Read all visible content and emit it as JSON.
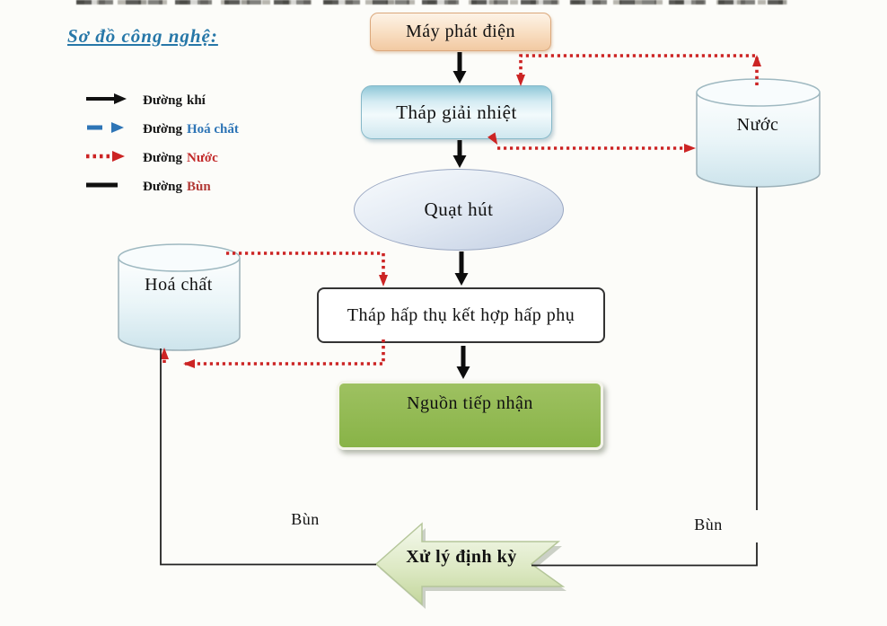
{
  "title": "Sơ đồ công nghệ:",
  "legend": {
    "items": [
      {
        "id": "gas",
        "prefix": "Đường",
        "term": "khí",
        "symbol": "solid-black-arrow",
        "term_color": "#151515",
        "line_color": "#111111"
      },
      {
        "id": "chemical",
        "prefix": "Đường",
        "term": "Hoá chất",
        "symbol": "dashed-blue-arrow",
        "term_color": "#2e75b6",
        "line_color": "#2e75b6"
      },
      {
        "id": "water",
        "prefix": "Đường",
        "term": "Nước",
        "symbol": "dotted-red-arrow",
        "term_color": "#c22a2a",
        "line_color": "#cc2424"
      },
      {
        "id": "sludge",
        "prefix": "Đường",
        "term": "Bùn",
        "symbol": "solid-black-line",
        "term_color": "#b23a36",
        "line_color": "#222222"
      }
    ]
  },
  "nodes": {
    "generator": {
      "label": "Máy phát điện"
    },
    "cooling_tower": {
      "label": "Tháp giải nhiệt"
    },
    "suction_fan": {
      "label": "Quạt hút"
    },
    "absorption_tower": {
      "label": "Tháp hấp thụ kết hợp hấp phụ"
    },
    "receiving_source": {
      "label": "Nguồn tiếp nhận"
    },
    "water_tank": {
      "label": "Nước"
    },
    "chemical_tank": {
      "label": "Hoá chất"
    },
    "periodic_treatment": {
      "label": "Xử lý định kỳ"
    }
  },
  "labels": {
    "sludge_left": "Bùn",
    "sludge_right": "Bùn"
  },
  "colors": {
    "title_blue": "#2677a8",
    "water_line_red": "#cc2424",
    "chemical_blue": "#2e75b6",
    "gas_line_black": "#111111",
    "sludge_line_black": "#222222",
    "receiving_green": "#8fb952",
    "generator_peach": "#f2c9a2",
    "cooling_blue": "#cfe7ef",
    "treatment_arrow_green": "#d5e3b4"
  }
}
